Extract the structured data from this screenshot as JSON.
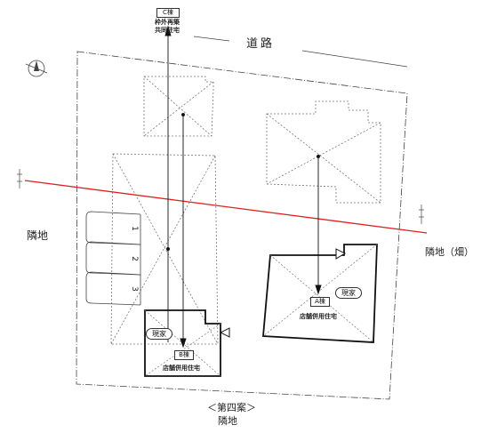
{
  "labels": {
    "road": "道路",
    "neighbor_left": "隣地",
    "neighbor_right": "隣地（畑）",
    "neighbor_bottom": "隣地",
    "plan_title": "＜第四案＞"
  },
  "top_building": {
    "tag": "C棟",
    "name_line1": "枠外再築",
    "name_line2": "共同住宅"
  },
  "building_a": {
    "tag": "A棟",
    "name": "店舗併用住宅",
    "existing": "現家"
  },
  "building_b": {
    "tag": "B棟",
    "name": "店舗併用住宅",
    "existing": "現家"
  },
  "parking_numbers": [
    "1",
    "2",
    "3"
  ],
  "colors": {
    "boundary_line": "#e02020",
    "ink": "#222222",
    "dotted": "#777777"
  }
}
